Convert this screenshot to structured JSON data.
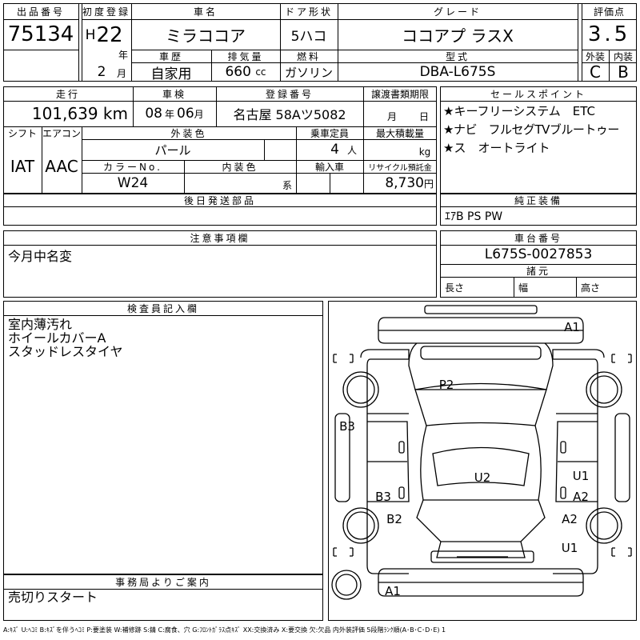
{
  "lot": {
    "label": "出品番号",
    "value": "75134"
  },
  "first_reg": {
    "label": "初度登録",
    "era": "H",
    "year": "22",
    "year_unit": "年",
    "month": "2",
    "month_unit": "月"
  },
  "car_name": {
    "label": "車名",
    "value": "ミラココア"
  },
  "door": {
    "label": "ドア形状",
    "value": "5ハコ"
  },
  "grade": {
    "label": "グレード",
    "value": "ココアプ ラスX"
  },
  "score": {
    "label": "評価点",
    "value": "3.5",
    "ext_label": "外装",
    "int_label": "内装",
    "ext": "C",
    "int": "B"
  },
  "history": {
    "label": "車歴",
    "value": "自家用"
  },
  "displacement": {
    "label": "排気量",
    "value": "660",
    "unit": "cc"
  },
  "fuel": {
    "label": "燃料",
    "value": "ガソリン"
  },
  "model": {
    "label": "型式",
    "value": "DBA-L675S"
  },
  "mileage": {
    "label": "走行",
    "value": "101,639",
    "unit": "km"
  },
  "inspection": {
    "label": "車検",
    "year": "08",
    "year_unit": "年",
    "month": "06",
    "month_unit": "月"
  },
  "plate": {
    "label": "登録番号",
    "value": "名古屋 58Aツ5082"
  },
  "transfer": {
    "label": "譲渡書類期限",
    "month_unit": "月",
    "day_unit": "日"
  },
  "sales_points": {
    "label": "セールスポイント",
    "lines": [
      "★キーフリーシステム　ETC",
      "★ナビ　フルセグTVブルートゥー",
      "★ス　オートライト"
    ]
  },
  "shift": {
    "label": "シフト",
    "value": "IAT"
  },
  "aircon": {
    "label": "エアコン",
    "value": "AAC"
  },
  "ext_color": {
    "label": "外装色",
    "value": "パール"
  },
  "capacity": {
    "label": "乗車定員",
    "value": "4",
    "unit": "人"
  },
  "max_load": {
    "label": "最大積載量",
    "unit": "kg"
  },
  "color_no": {
    "label": "カラーNo.",
    "value": "W24"
  },
  "int_color": {
    "label": "内装色",
    "unit": "系"
  },
  "import": {
    "label": "輸入車"
  },
  "recycle": {
    "label": "リサイクル預託金",
    "value": "8,730",
    "unit": "円"
  },
  "later_parts": {
    "label": "後日発送部品"
  },
  "equipment": {
    "label": "純正装備",
    "value": "ｴｱB PS PW"
  },
  "notes": {
    "label": "注意事項欄",
    "value": "今月中名変"
  },
  "chassis": {
    "label": "車台番号",
    "value": "L675S-0027853",
    "dims_label": "諸元",
    "length_label": "長さ",
    "width_label": "幅",
    "height_label": "高さ"
  },
  "inspector": {
    "label": "検査員記入欄",
    "lines": [
      "室内薄汚れ",
      "ホイールカバーA",
      "スタッドレスタイヤ"
    ]
  },
  "office": {
    "label": "事務局よりご案内",
    "value": "売切りスタート"
  },
  "diagram_marks": {
    "a1_top": "A1",
    "p2": "P2",
    "b3_left": "B3",
    "u2": "U2",
    "u1_right": "U1",
    "b3_mid": "B3",
    "a2_right": "A2",
    "b2": "B2",
    "a2_right_low": "A2",
    "u1_right_low": "U1",
    "a1_bottom": "A1"
  },
  "legend": "A:ｷｽﾞ U:ﾍｺﾐ B:ｷｽﾞを伴うﾍｺﾐ P:要塗装 W:補修跡 S:錆 C:腐食、穴 G:ﾌﾛﾝﾄｶﾞﾗｽ点ｷｽﾞ XX:交換済み X:要交換 欠:欠品 内外装評価 5段階ﾗﾝｸ順(A･B･C･D･E) 1"
}
